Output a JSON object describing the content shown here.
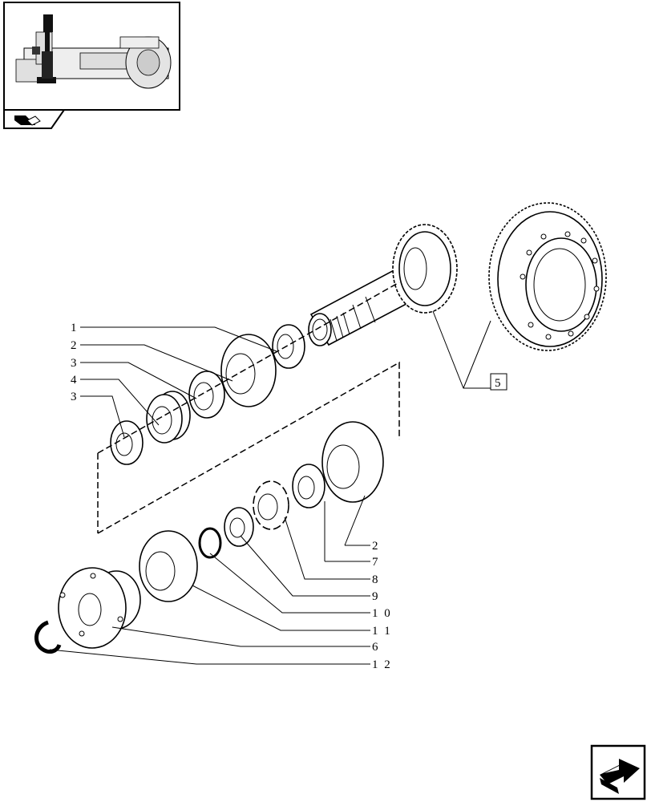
{
  "thumbnail": {
    "icon": "axle-assembly-thumbnail"
  },
  "nav": {
    "prev_icon": "book-arrow-icon",
    "next_icon": "next-page-arrow-icon"
  },
  "callouts": {
    "c1": "1",
    "c2a": "2",
    "c3a": "3",
    "c4": "4",
    "c3b": "3",
    "c5": "5",
    "c2b": "2",
    "c7": "7",
    "c8": "8",
    "c9": "9",
    "c10": "1 0",
    "c11": "1 1",
    "c6": "6",
    "c12": "1 2"
  }
}
